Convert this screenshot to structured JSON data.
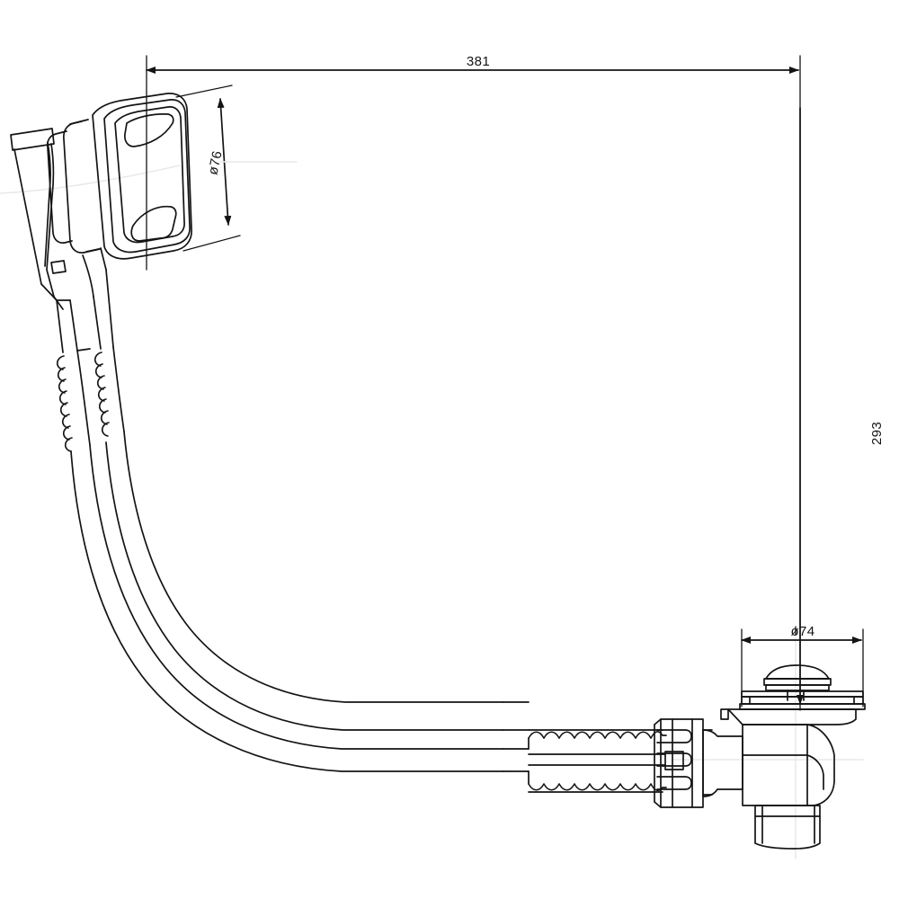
{
  "drawing": {
    "title": "Bath Filler Overflow Waste Assembly",
    "view": "side elevation technical line drawing",
    "background_color": "#ffffff",
    "line_color": "#141414",
    "centerline_color": "#e8e8e8"
  },
  "dimensions": {
    "overall_length": {
      "label": "381",
      "orientation": "horizontal",
      "placement": "top"
    },
    "overall_drop": {
      "label": "293",
      "orientation": "vertical",
      "placement": "right",
      "rotated": true
    },
    "filler_head_diameter": {
      "label": "ø76",
      "orientation": "tilted",
      "placement": "upper-left",
      "rotated": true
    },
    "waste_flange_diameter": {
      "label": "ø74",
      "orientation": "horizontal",
      "placement": "lower-right"
    }
  },
  "parts": [
    {
      "name": "overflow-filler-head",
      "location": "top-left"
    },
    {
      "name": "handle-stem",
      "location": "left"
    },
    {
      "name": "upper-corrugated-hose",
      "location": "upper-left"
    },
    {
      "name": "curved-flexible-hose",
      "location": "center-left"
    },
    {
      "name": "lower-corrugated-hose",
      "location": "bottom-center"
    },
    {
      "name": "ribbed-coupling-nut",
      "location": "bottom-right"
    },
    {
      "name": "waste-body",
      "location": "bottom-right"
    },
    {
      "name": "click-clack-plug",
      "location": "bottom-right"
    },
    {
      "name": "waste-outlet-spigot",
      "location": "bottom-right"
    }
  ]
}
